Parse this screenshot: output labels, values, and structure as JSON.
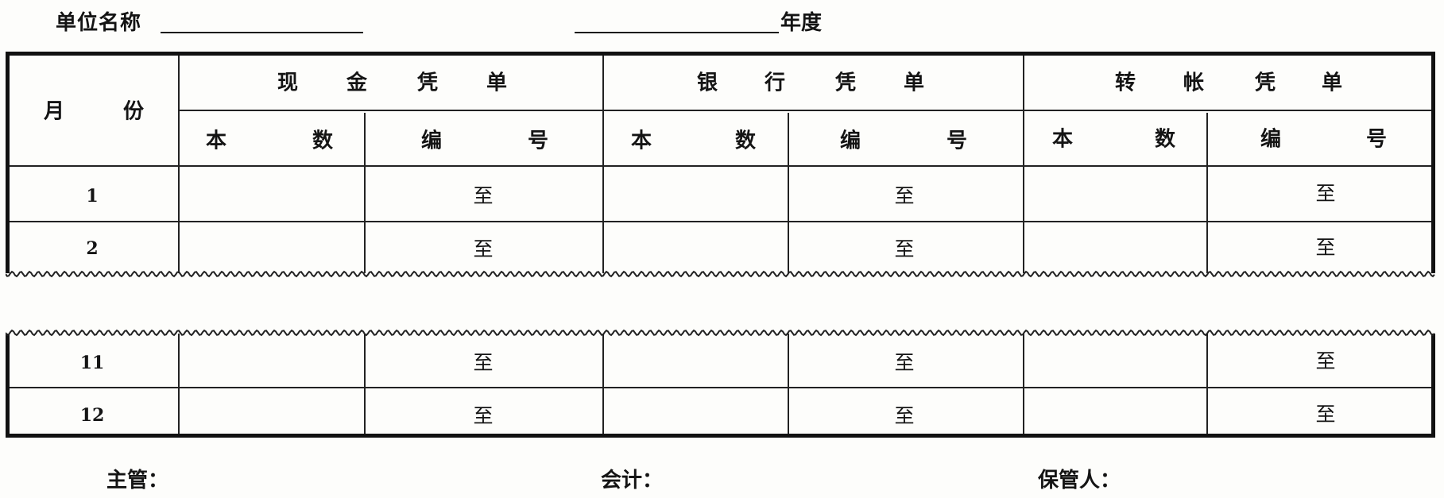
{
  "header": {
    "org_label": "单位名称",
    "year_label": "年度"
  },
  "table": {
    "month_header": [
      "月",
      "份"
    ],
    "groups": [
      {
        "chars": [
          "现",
          "金",
          "凭",
          "单"
        ]
      },
      {
        "chars": [
          "银",
          "行",
          "凭",
          "单"
        ]
      },
      {
        "chars": [
          "转",
          "帐",
          "凭",
          "单"
        ]
      }
    ],
    "sub_headers": {
      "count": [
        "本",
        "数"
      ],
      "number": [
        "编",
        "号"
      ]
    },
    "rows_top": [
      "1",
      "2"
    ],
    "rows_bottom": [
      "11",
      "12"
    ],
    "until_text": "至"
  },
  "footer": {
    "supervisor": "主管：",
    "accountant": "会计：",
    "keeper": "保管人："
  }
}
